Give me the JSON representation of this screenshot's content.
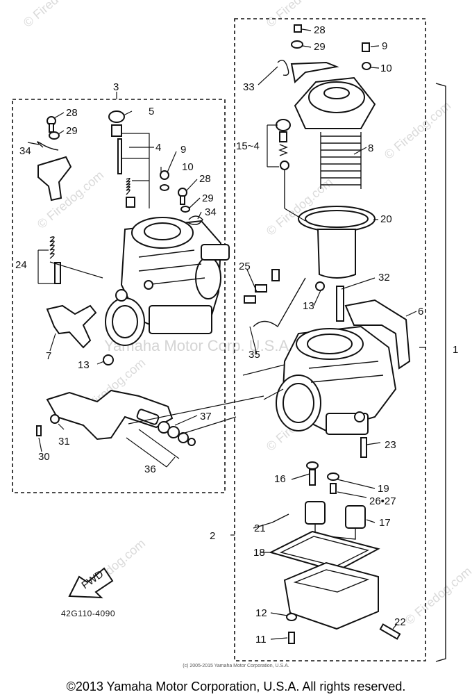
{
  "watermarks": {
    "center": "Yamaha Motor Corp. U.S.A.",
    "firedog": "© Firedog.com"
  },
  "labels": {
    "l1": "1",
    "l2": "2",
    "l3": "3",
    "l4": "4",
    "l5": "5",
    "l6": "6",
    "l7": "7",
    "l8": "8",
    "l9a": "9",
    "l9b": "9",
    "l10a": "10",
    "l10b": "10",
    "l11": "11",
    "l12": "12",
    "l13a": "13",
    "l13b": "13",
    "l15": "15~4",
    "l16": "16",
    "l17": "17",
    "l18": "18",
    "l19": "19",
    "l20": "20",
    "l21": "21",
    "l22": "22",
    "l23": "23",
    "l24": "24",
    "l25": "25",
    "l2627": "26•27",
    "l28a": "28",
    "l28b": "28",
    "l28c": "28",
    "l29a": "29",
    "l29b": "29",
    "l29c": "29",
    "l30": "30",
    "l31": "31",
    "l32": "32",
    "l33": "33",
    "l34a": "34",
    "l34b": "34",
    "l35": "35",
    "l36": "36",
    "l37": "37"
  },
  "fwd_label": "FWD",
  "part_number": "42G110-4090",
  "copyright_small": "(c) 2005-2015 Yamaha Motor Corporation, U.S.A.",
  "copyright": "©2013 Yamaha Motor Corporation, U.S.A. All rights reserved."
}
